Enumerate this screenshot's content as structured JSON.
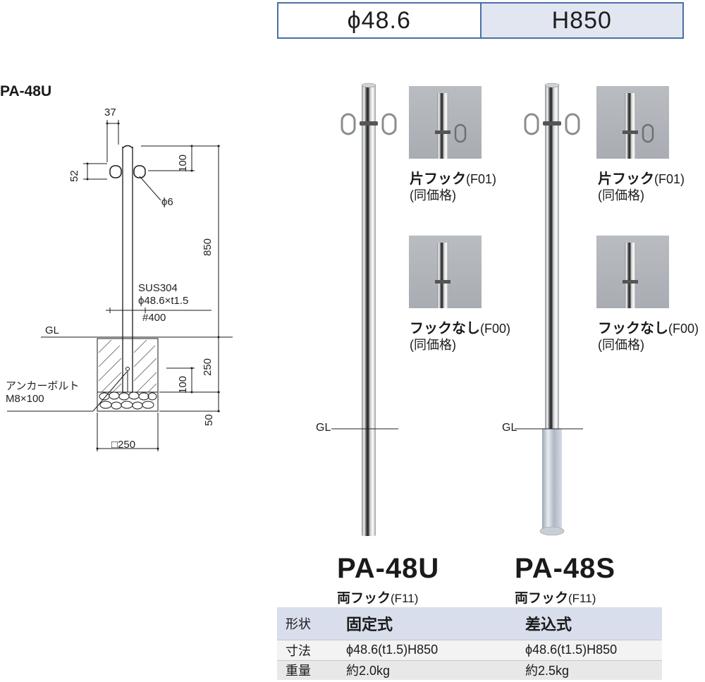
{
  "spec_box": {
    "diameter": "ϕ48.6",
    "height": "H850"
  },
  "drawing": {
    "title": "PA-48U",
    "dims": {
      "d37": "37",
      "d52": "52",
      "d100_top": "100",
      "d6": "ϕ6",
      "d850": "850",
      "material_1": "SUS304",
      "material_2": "ϕ48.6×t1.5",
      "material_3": "#400",
      "gl": "GL",
      "d250_v": "250",
      "d100_bottom": "100",
      "d50": "50",
      "anchor_1": "アンカーボルト",
      "anchor_2": "M8×100",
      "d250_sq": "□250"
    }
  },
  "products": [
    {
      "model": "PA-48U",
      "sub_label": "両フック",
      "sub_code": "(F11)",
      "gl": "GL",
      "options": [
        {
          "label": "片フック",
          "code": "(F01)",
          "note": "(同価格)"
        },
        {
          "label": "フックなし",
          "code": "(F00)",
          "note": "(同価格)"
        }
      ]
    },
    {
      "model": "PA-48S",
      "sub_label": "両フック",
      "sub_code": "(F11)",
      "gl": "GL",
      "options": [
        {
          "label": "片フック",
          "code": "(F01)",
          "note": "(同価格)"
        },
        {
          "label": "フックなし",
          "code": "(F00)",
          "note": "(同価格)"
        }
      ]
    }
  ],
  "table": {
    "rows": [
      {
        "head": "形状",
        "col1": "固定式",
        "col2": "差込式"
      },
      {
        "head": "寸法",
        "col1": "ϕ48.6(t1.5)H850",
        "col2": "ϕ48.6(t1.5)H850"
      },
      {
        "head": "重量",
        "col1": "約2.0kg",
        "col2": "約2.5kg"
      }
    ]
  }
}
